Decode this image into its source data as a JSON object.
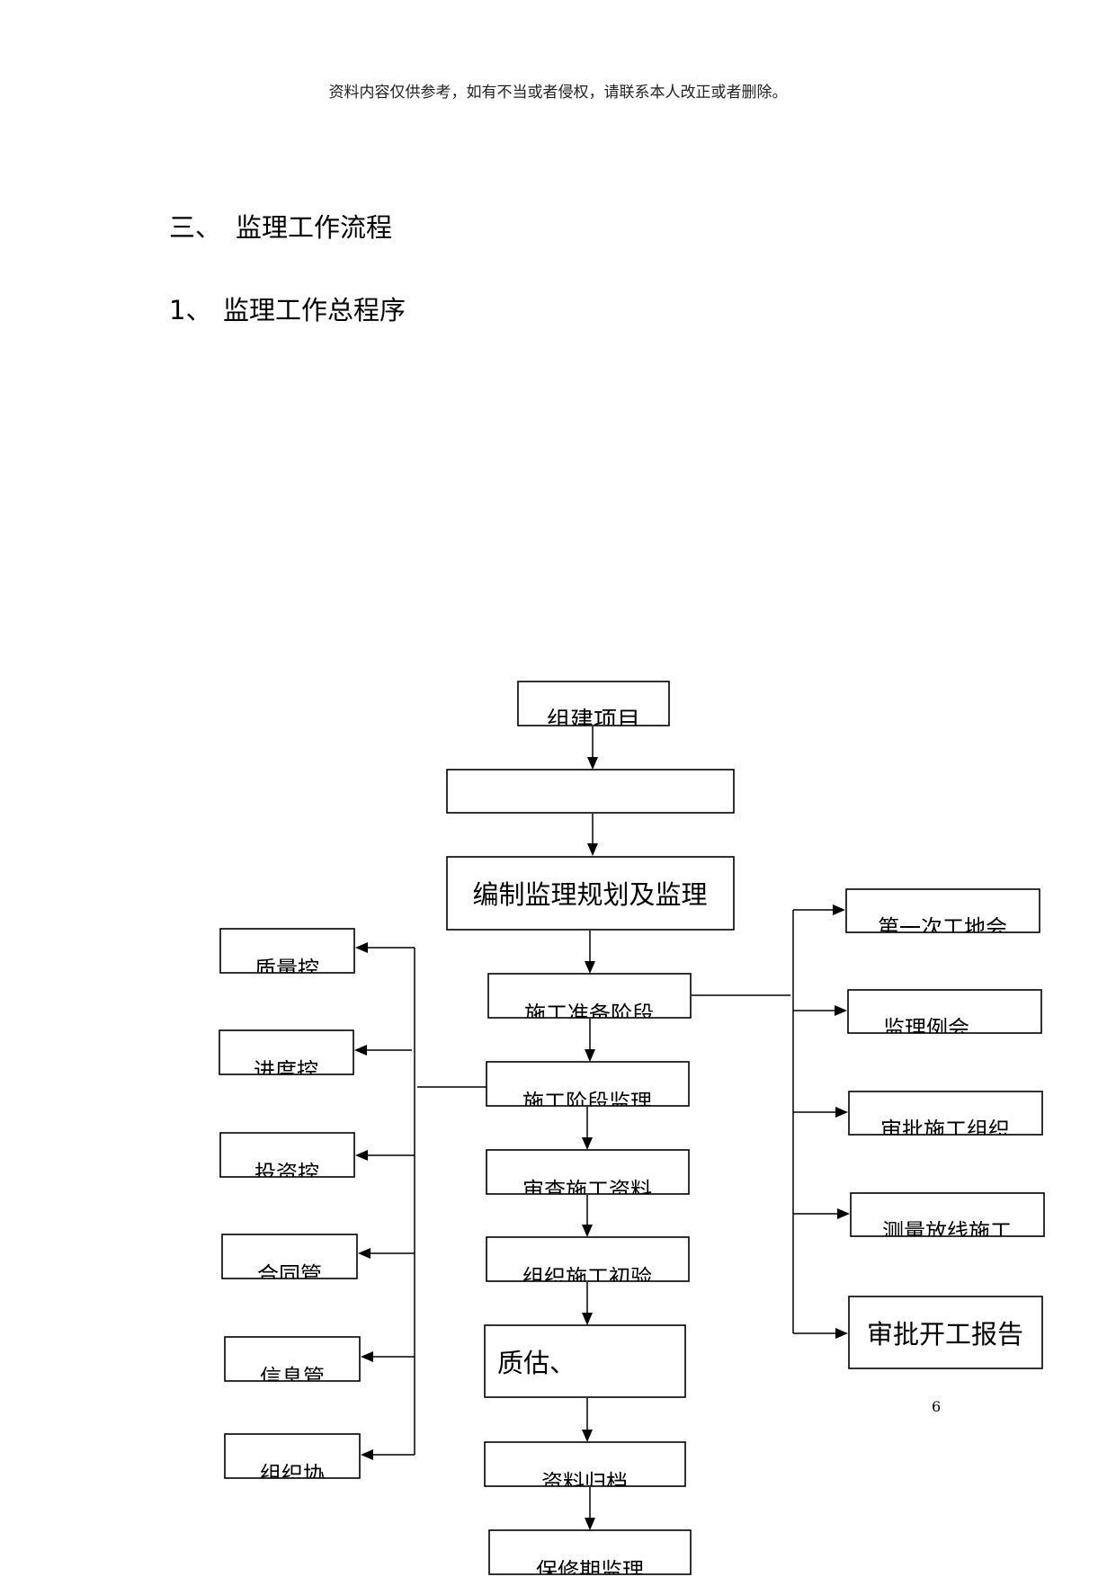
{
  "header": {
    "disclaimer": "资料内容仅供参考，如有不当或者侵权，请联系本人改正或者删除。"
  },
  "headings": {
    "section": {
      "number": "三、",
      "title": "监理工作流程"
    },
    "subsection": {
      "number": "1、",
      "title": "监理工作总程序"
    }
  },
  "diagram": {
    "center_nodes": [
      {
        "id": "n1",
        "text": "组建项目"
      },
      {
        "id": "n2",
        "text": ""
      },
      {
        "id": "n3",
        "text": "编制监理规划及监理"
      },
      {
        "id": "n4",
        "text": "施工准备阶段"
      },
      {
        "id": "n5",
        "text": "施工阶段监理"
      },
      {
        "id": "n6",
        "text": "审查施工资料"
      },
      {
        "id": "n7",
        "text": "组织施工初验"
      },
      {
        "id": "n8",
        "text": "质估、"
      },
      {
        "id": "n9",
        "text": "资料归档"
      },
      {
        "id": "n10",
        "text": "保修期监理"
      }
    ],
    "left_nodes": [
      {
        "id": "l1",
        "text": "质量控"
      },
      {
        "id": "l2",
        "text": "进度控"
      },
      {
        "id": "l3",
        "text": "投资控"
      },
      {
        "id": "l4",
        "text": "合同管"
      },
      {
        "id": "l5",
        "text": "信息管"
      },
      {
        "id": "l6",
        "text": "组织协"
      }
    ],
    "right_nodes": [
      {
        "id": "r1",
        "text": "第一次工地会"
      },
      {
        "id": "r2",
        "text": "监理例会"
      },
      {
        "id": "r3",
        "text": "审批施工组织"
      },
      {
        "id": "r4",
        "text": "测量放线施工"
      },
      {
        "id": "r5",
        "text": "审批开工报告"
      }
    ]
  },
  "footer": {
    "page_number": "6"
  }
}
